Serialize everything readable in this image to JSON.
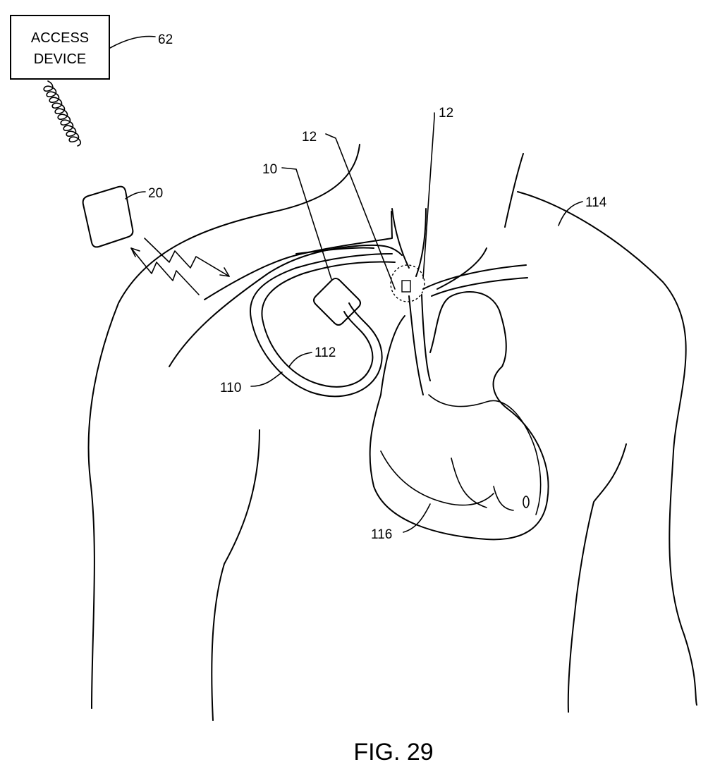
{
  "access_device": {
    "line1": "ACCESS",
    "line2": "DEVICE"
  },
  "labels": {
    "access_device_ref": "62",
    "external_unit_ref": "20",
    "implant_ref": "10",
    "lead_ref_left": "12",
    "lead_ref_right": "12",
    "lead_coil_ref": "112",
    "lead_loop_ref": "110",
    "torso_ref": "114",
    "heart_ref": "116"
  },
  "figure_caption": "FIG. 29"
}
